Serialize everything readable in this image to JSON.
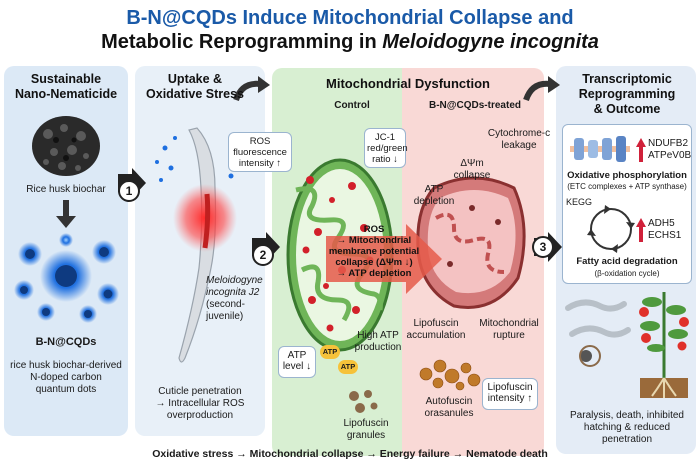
{
  "title": {
    "line1": "B-N@CQDs Induce Mitochondrial Collapse and",
    "line2_prefix": "Metabolic Reprogramming in ",
    "line2_species": "Meloidogyne incognita"
  },
  "panel1": {
    "title_line1": "Sustainable",
    "title_line2": "Nano-Nematicide",
    "biochar_label": "Rice husk biochar",
    "cqd_label": "B-N@CQDs",
    "desc_line1": "rice husk biochar-derived",
    "desc_line2": "N-doped carbon",
    "desc_line3": "quantum dots"
  },
  "panel2": {
    "title_line1": "Uptake &",
    "title_line2": "Oxidative Stress",
    "ros_box_line1": "ROS",
    "ros_box_line2": "fluorescence",
    "ros_box_line3": "intensity ↑",
    "nematode_line1": "Meloidogyne",
    "nematode_line2": "incognita J2",
    "nematode_line3": "(second-",
    "nematode_line4": "juvenile)",
    "desc_line1": "Cuticle penetration",
    "desc_line2": "→ Intracellular ROS",
    "desc_line3": "overproduction"
  },
  "panel3": {
    "title": "Mitochondrial Dysfunction",
    "control_label": "Control",
    "treated_label": "B-N@CQDs-treated",
    "jc1_line1": "JC-1",
    "jc1_line2": "red/green",
    "jc1_line3": "ratio ↓",
    "dpsi_line1": "ΔΨm",
    "dpsi_line2": "collapse",
    "cytc_line1": "Cytochrome-c",
    "cytc_line2": "leakage",
    "atpdep_line1": "ATP",
    "atpdep_line2": "depletion",
    "mech_line1": "ROS",
    "mech_line2": "→ Mitochondrial",
    "mech_line3": "membrane potential",
    "mech_line4": "collapse (ΔΨm ↓)",
    "mech_line5": "→ ATP depletion",
    "highatp_line1": "High ATP",
    "highatp_line2": "production",
    "atp_token": "ATP",
    "atplevel_line1": "ATP",
    "atplevel_line2": "level ↓",
    "lipo_gran_line1": "Lipofuscin",
    "lipo_gran_line2": "granules",
    "lipo_acc_line1": "Lipofuscin",
    "lipo_acc_line2": "accumulation",
    "rupture_line1": "Mitochondrial",
    "rupture_line2": "rupture",
    "auto_line1": "Autofuscin",
    "auto_line2": "orasanules",
    "lipo_int_line1": "Lipofuscin",
    "lipo_int_line2": "intensity ↑"
  },
  "panel4": {
    "title_line1": "Transcriptomic",
    "title_line2": "Reprogramming",
    "title_line3": "& Outcome",
    "gene1": "NDUFB2",
    "gene2": "ATPeV0B",
    "oxphos_title": "Oxidative phosphorylation",
    "oxphos_sub": "(ETC complexes + ATP synthase)",
    "kegg": "KEGG",
    "gene3": "ADH5",
    "gene4": "ECHS1",
    "fa_title": "Fatty acid degradation",
    "fa_sub": "(β-oxidation cycle)",
    "outcome_line1": "Paralysis, death, inhibited",
    "outcome_line2": "hatching & reduced penetration"
  },
  "steps": [
    "1",
    "2",
    "3"
  ],
  "footer": "Oxidative stress → Mitochondrial collapse → Energy failure → Nematode death",
  "colors": {
    "title_blue": "#1a5aa8",
    "control_bg": "#d8efd2",
    "treated_bg": "#f9d9d6",
    "ros_red": "#e02020",
    "qd_blue": "#1e6fe0",
    "up_arrow": "#d0213a"
  }
}
